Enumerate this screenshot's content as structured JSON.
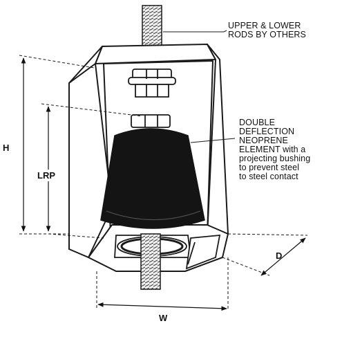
{
  "callouts": {
    "rods": [
      "UPPER & LOWER",
      "RODS BY OTHERS"
    ],
    "element": [
      "DOUBLE",
      "DEFLECTION",
      "NEOPRENE",
      "ELEMENT with a",
      "projecting bushing",
      "to prevent steel",
      "to steel contact"
    ]
  },
  "dimensions": {
    "height": "H",
    "lrp": "LRP",
    "depth": "D",
    "width": "W"
  },
  "colors": {
    "line": "#1a1a1a",
    "neoprene": "#141414",
    "housing_fill": "#ffffff",
    "rod_fill": "#e8e8e8"
  }
}
